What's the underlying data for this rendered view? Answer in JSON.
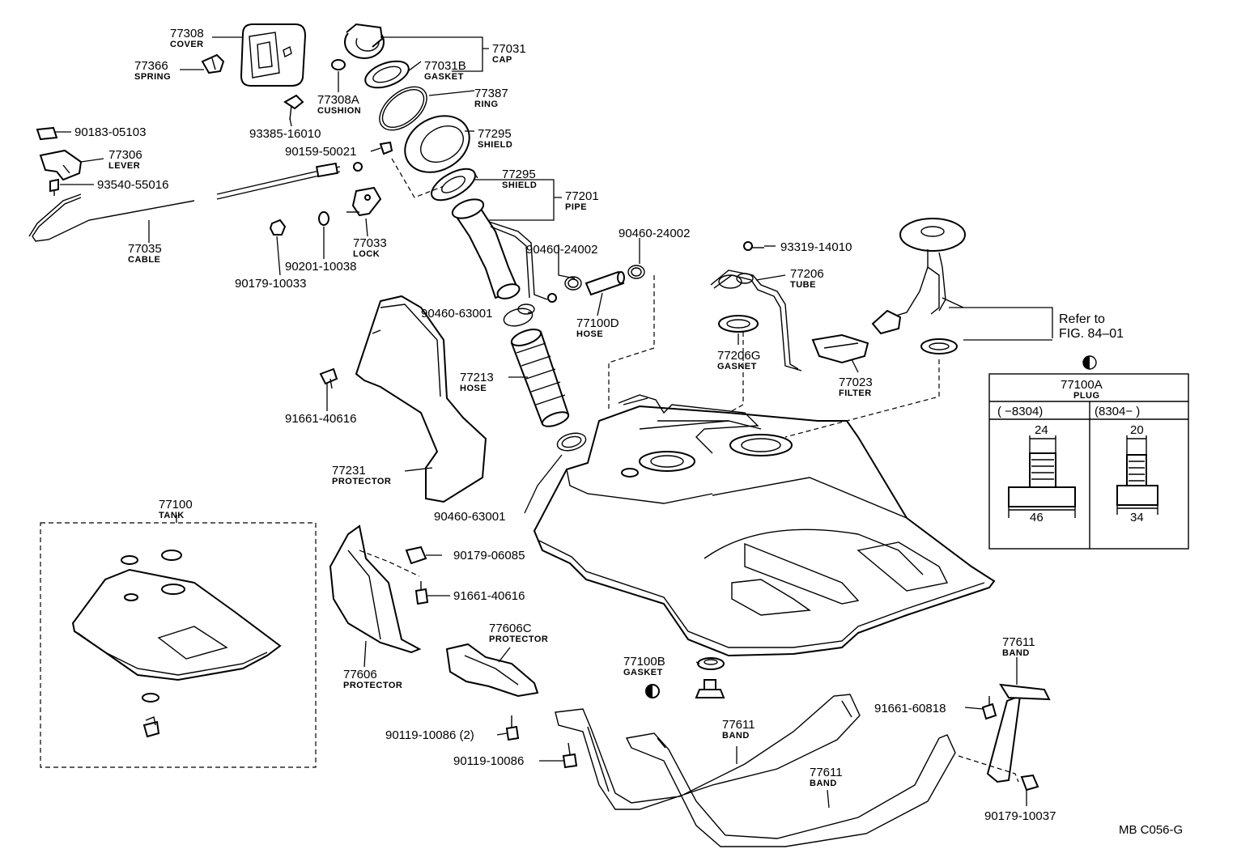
{
  "callouts": [
    {
      "id": "c77308",
      "number": "77308",
      "name": "COVER"
    },
    {
      "id": "c77366",
      "number": "77366",
      "name": "SPRING"
    },
    {
      "id": "c90183",
      "number": "90183-05103",
      "name": ""
    },
    {
      "id": "c77306",
      "number": "77306",
      "name": "LEVER"
    },
    {
      "id": "c93540",
      "number": "93540-55016",
      "name": ""
    },
    {
      "id": "c77035",
      "number": "77035",
      "name": "CABLE"
    },
    {
      "id": "c77308A",
      "number": "77308A",
      "name": "CUSHION"
    },
    {
      "id": "c93385",
      "number": "93385-16010",
      "name": ""
    },
    {
      "id": "c90159",
      "number": "90159-50021",
      "name": ""
    },
    {
      "id": "c77033",
      "number": "77033",
      "name": "LOCK"
    },
    {
      "id": "c90201",
      "number": "90201-10038",
      "name": ""
    },
    {
      "id": "c90179a",
      "number": "90179-10033",
      "name": ""
    },
    {
      "id": "c77031",
      "number": "77031",
      "name": "CAP"
    },
    {
      "id": "c77031B",
      "number": "77031B",
      "name": "GASKET"
    },
    {
      "id": "c77387",
      "number": "77387",
      "name": "RING"
    },
    {
      "id": "c77295a",
      "number": "77295",
      "name": "SHIELD"
    },
    {
      "id": "c77295b",
      "number": "77295",
      "name": "SHIELD"
    },
    {
      "id": "c77201",
      "number": "77201",
      "name": "PIPE"
    },
    {
      "id": "c90460a",
      "number": "90460-24002",
      "name": ""
    },
    {
      "id": "c90460b",
      "number": "90460-24002",
      "name": ""
    },
    {
      "id": "c90460c",
      "number": "90460-63001",
      "name": ""
    },
    {
      "id": "c77100D",
      "number": "77100D",
      "name": "HOSE"
    },
    {
      "id": "c77213",
      "number": "77213",
      "name": "HOSE"
    },
    {
      "id": "c91661a",
      "number": "91661-40616",
      "name": ""
    },
    {
      "id": "c77231",
      "number": "77231",
      "name": "PROTECTOR"
    },
    {
      "id": "c90460d",
      "number": "90460-63001",
      "name": ""
    },
    {
      "id": "c93319",
      "number": "93319-14010",
      "name": ""
    },
    {
      "id": "c77206",
      "number": "77206",
      "name": "TUBE"
    },
    {
      "id": "c77206G",
      "number": "77206G",
      "name": "GASKET"
    },
    {
      "id": "c77023",
      "number": "77023",
      "name": "FILTER"
    },
    {
      "id": "c77100",
      "number": "77100",
      "name": "TANK"
    },
    {
      "id": "c90179b",
      "number": "90179-06085",
      "name": ""
    },
    {
      "id": "c91661b",
      "number": "91661-40616",
      "name": ""
    },
    {
      "id": "c77606C",
      "number": "77606C",
      "name": "PROTECTOR"
    },
    {
      "id": "c77606",
      "number": "77606",
      "name": "PROTECTOR"
    },
    {
      "id": "c77100B",
      "number": "77100B",
      "name": "GASKET"
    },
    {
      "id": "c77611a",
      "number": "77611",
      "name": "BAND"
    },
    {
      "id": "c77611b",
      "number": "77611",
      "name": "BAND"
    },
    {
      "id": "c77611c",
      "number": "77611",
      "name": "BAND"
    },
    {
      "id": "c91661c",
      "number": "91661-60818",
      "name": ""
    },
    {
      "id": "c90119a",
      "number": "90119-10086 (2)",
      "name": ""
    },
    {
      "id": "c90119b",
      "number": "90119-10086",
      "name": ""
    },
    {
      "id": "c90179c",
      "number": "90179-10037",
      "name": ""
    }
  ],
  "reference": {
    "line1": "Refer to",
    "line2": "FIG. 84–01"
  },
  "plug_table": {
    "number": "77100A",
    "name": "PLUG",
    "col1_header": "(      −8304)",
    "col2_header": "(8304−        )",
    "col1_top": "24",
    "col1_bottom": "46",
    "col2_top": "20",
    "col2_bottom": "34"
  },
  "figure_code": "MB C056-G"
}
